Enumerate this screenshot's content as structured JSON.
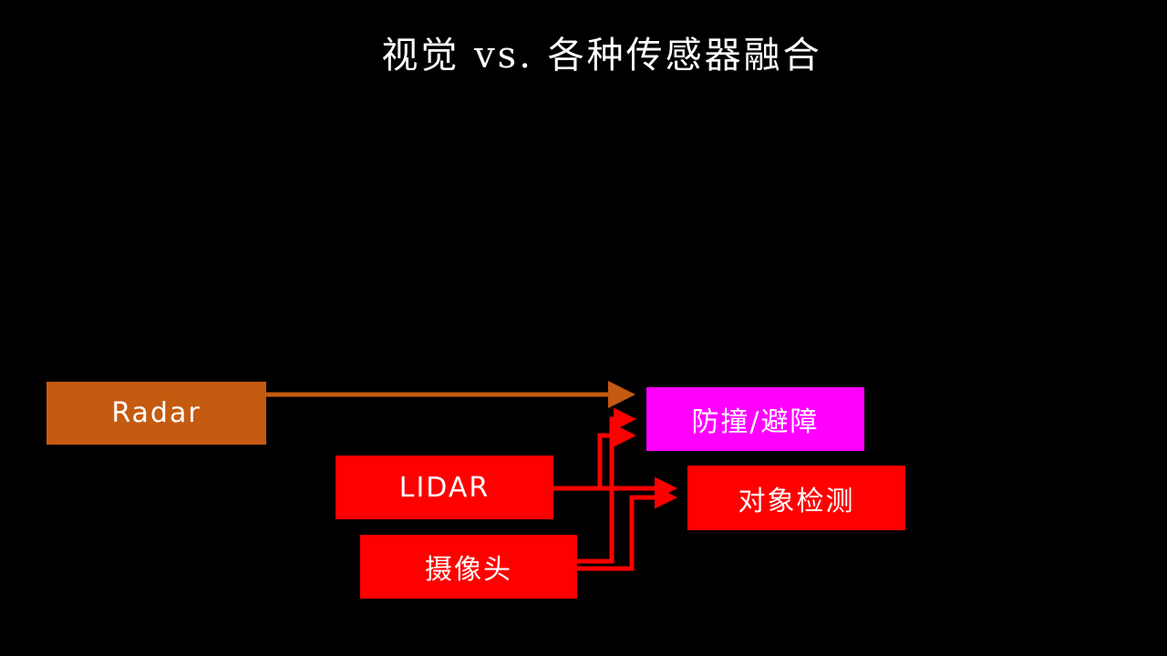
{
  "title": "视觉 vs. 各种传感器融合",
  "colors": {
    "background": "#000000",
    "radar": "#c55a11",
    "sensor": "#ff0000",
    "avoidance": "#ff00ff",
    "detection": "#ff0000",
    "text": "#ffffff"
  },
  "nodes": {
    "radar": "Radar",
    "lidar": "LIDAR",
    "camera": "摄像头",
    "avoidance": "防撞/避障",
    "detection": "对象检测"
  },
  "edges": [
    {
      "from": "radar",
      "to": "avoidance"
    },
    {
      "from": "lidar",
      "to": "avoidance"
    },
    {
      "from": "lidar",
      "to": "detection"
    },
    {
      "from": "camera",
      "to": "avoidance"
    },
    {
      "from": "camera",
      "to": "detection"
    }
  ]
}
